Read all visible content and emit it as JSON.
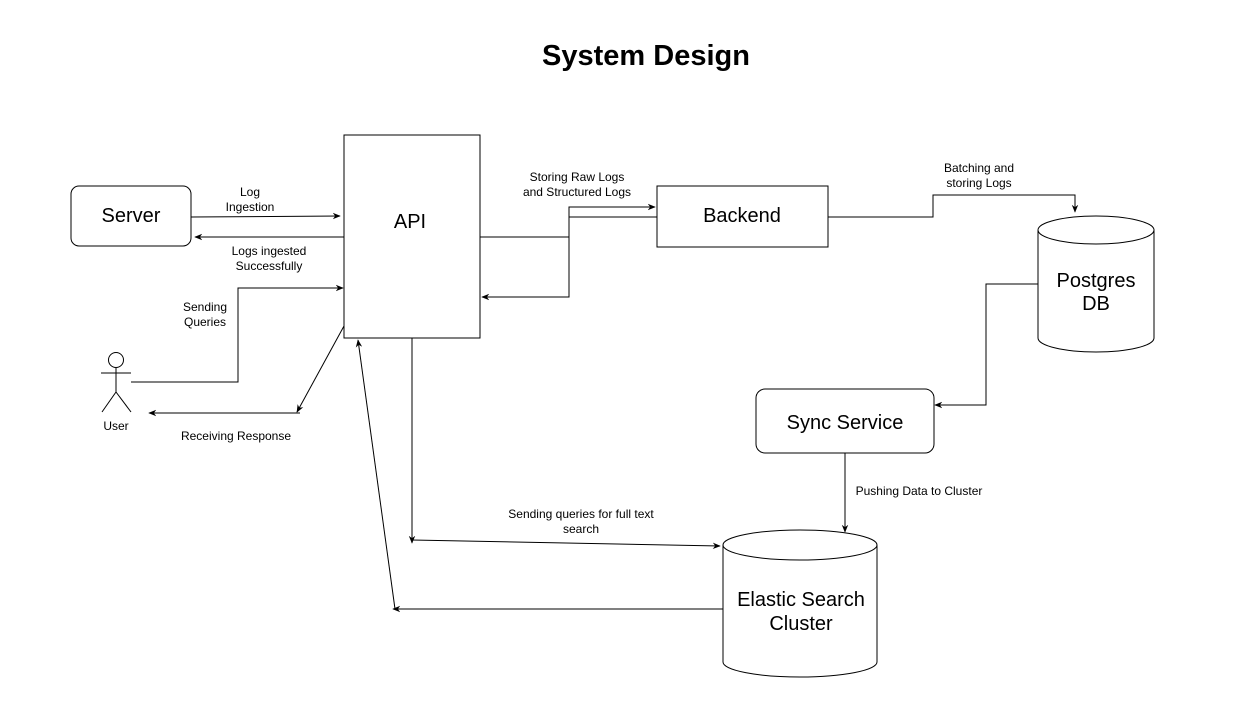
{
  "title": "System Design",
  "nodes": {
    "server": "Server",
    "api": "API",
    "backend": "Backend",
    "postgres": [
      "Postgres",
      "DB"
    ],
    "sync": "Sync Service",
    "elastic": [
      "Elastic Search",
      "Cluster"
    ],
    "user": "User"
  },
  "edges": {
    "log_ingestion": [
      "Log",
      "Ingestion"
    ],
    "logs_ingested": [
      "Logs ingested",
      "Successfully"
    ],
    "sending_queries": [
      "Sending",
      "Queries"
    ],
    "receiving_response": "Receiving Response",
    "storing_raw": [
      "Storing Raw Logs",
      "and Structured Logs"
    ],
    "batching": [
      "Batching and",
      "storing Logs"
    ],
    "pushing": "Pushing Data to Cluster",
    "full_text": [
      "Sending queries for full text",
      "search"
    ]
  },
  "colors": {
    "stroke": "#000000",
    "fill": "#ffffff"
  }
}
